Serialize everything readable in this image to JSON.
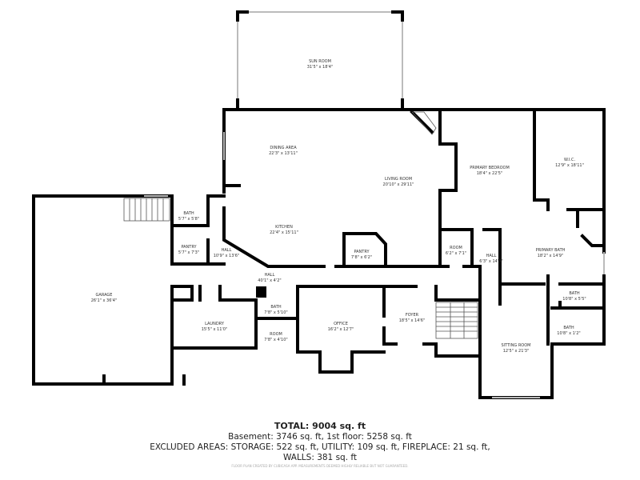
{
  "rooms": {
    "sun_room": {
      "name": "SUN ROOM",
      "dims": "31'5\" x 18'4\""
    },
    "dining": {
      "name": "DINING AREA",
      "dims": "22'3\" x 13'11\""
    },
    "living": {
      "name": "LIVING ROOM",
      "dims": "20'10\" x 29'11\""
    },
    "kitchen": {
      "name": "KITCHEN",
      "dims": "22'4\" x 15'11\""
    },
    "pantry_k": {
      "name": "PANTRY",
      "dims": "7'8\" x 6'2\""
    },
    "primary_bed": {
      "name": "PRIMARY BEDROOM",
      "dims": "18'4\" x 22'5\""
    },
    "wic": {
      "name": "W.I.C.",
      "dims": "12'9\" x 18'11\""
    },
    "bath1": {
      "name": "BATH",
      "dims": "5'7\" x 5'8\""
    },
    "pantry_w": {
      "name": "PANTRY",
      "dims": "5'7\" x 7'3\""
    },
    "hall_w": {
      "name": "HALL",
      "dims": "10'9\" x 13'6\""
    },
    "room_e": {
      "name": "ROOM",
      "dims": "6'2\" x 7'1\""
    },
    "hall_e": {
      "name": "HALL",
      "dims": "6'3\" x 14'3\""
    },
    "primary_bath": {
      "name": "PRIMARY BATH",
      "dims": "18'2\" x 14'9\""
    },
    "hall_main": {
      "name": "HALL",
      "dims": "40'1\" x 4'2\""
    },
    "garage": {
      "name": "GARAGE",
      "dims": "26'1\" x 36'4\""
    },
    "laundry": {
      "name": "LAUNDRY",
      "dims": "15'5\" x 11'0\""
    },
    "bath2": {
      "name": "BATH",
      "dims": "7'8\" x 5'10\""
    },
    "room_s": {
      "name": "ROOM",
      "dims": "7'8\" x 4'10\""
    },
    "office": {
      "name": "OFFICE",
      "dims": "16'2\" x 12'7\""
    },
    "foyer": {
      "name": "FOYER",
      "dims": "18'5\" x 14'6\""
    },
    "bath3": {
      "name": "BATH",
      "dims": "10'8\" x 5'5\""
    },
    "bath4": {
      "name": "BATH",
      "dims": "10'8\" x 1'2\""
    },
    "sitting": {
      "name": "SITTING ROOM",
      "dims": "12'5\" x 21'3\""
    }
  },
  "summary": {
    "total": "TOTAL: 9004 sq. ft",
    "floors": "Basement: 3746 sq. ft, 1st floor: 5258 sq. ft",
    "excluded": "EXCLUDED AREAS: STORAGE: 522 sq. ft, UTILITY: 109 sq. ft, FIREPLACE: 21 sq. ft,",
    "walls": "WALLS: 381 sq. ft",
    "disclaimer": "FLOOR PLAN CREATED BY CUBICASA APP. MEASUREMENTS DEEMED HIGHLY RELIABLE BUT NOT GUARANTEED."
  }
}
